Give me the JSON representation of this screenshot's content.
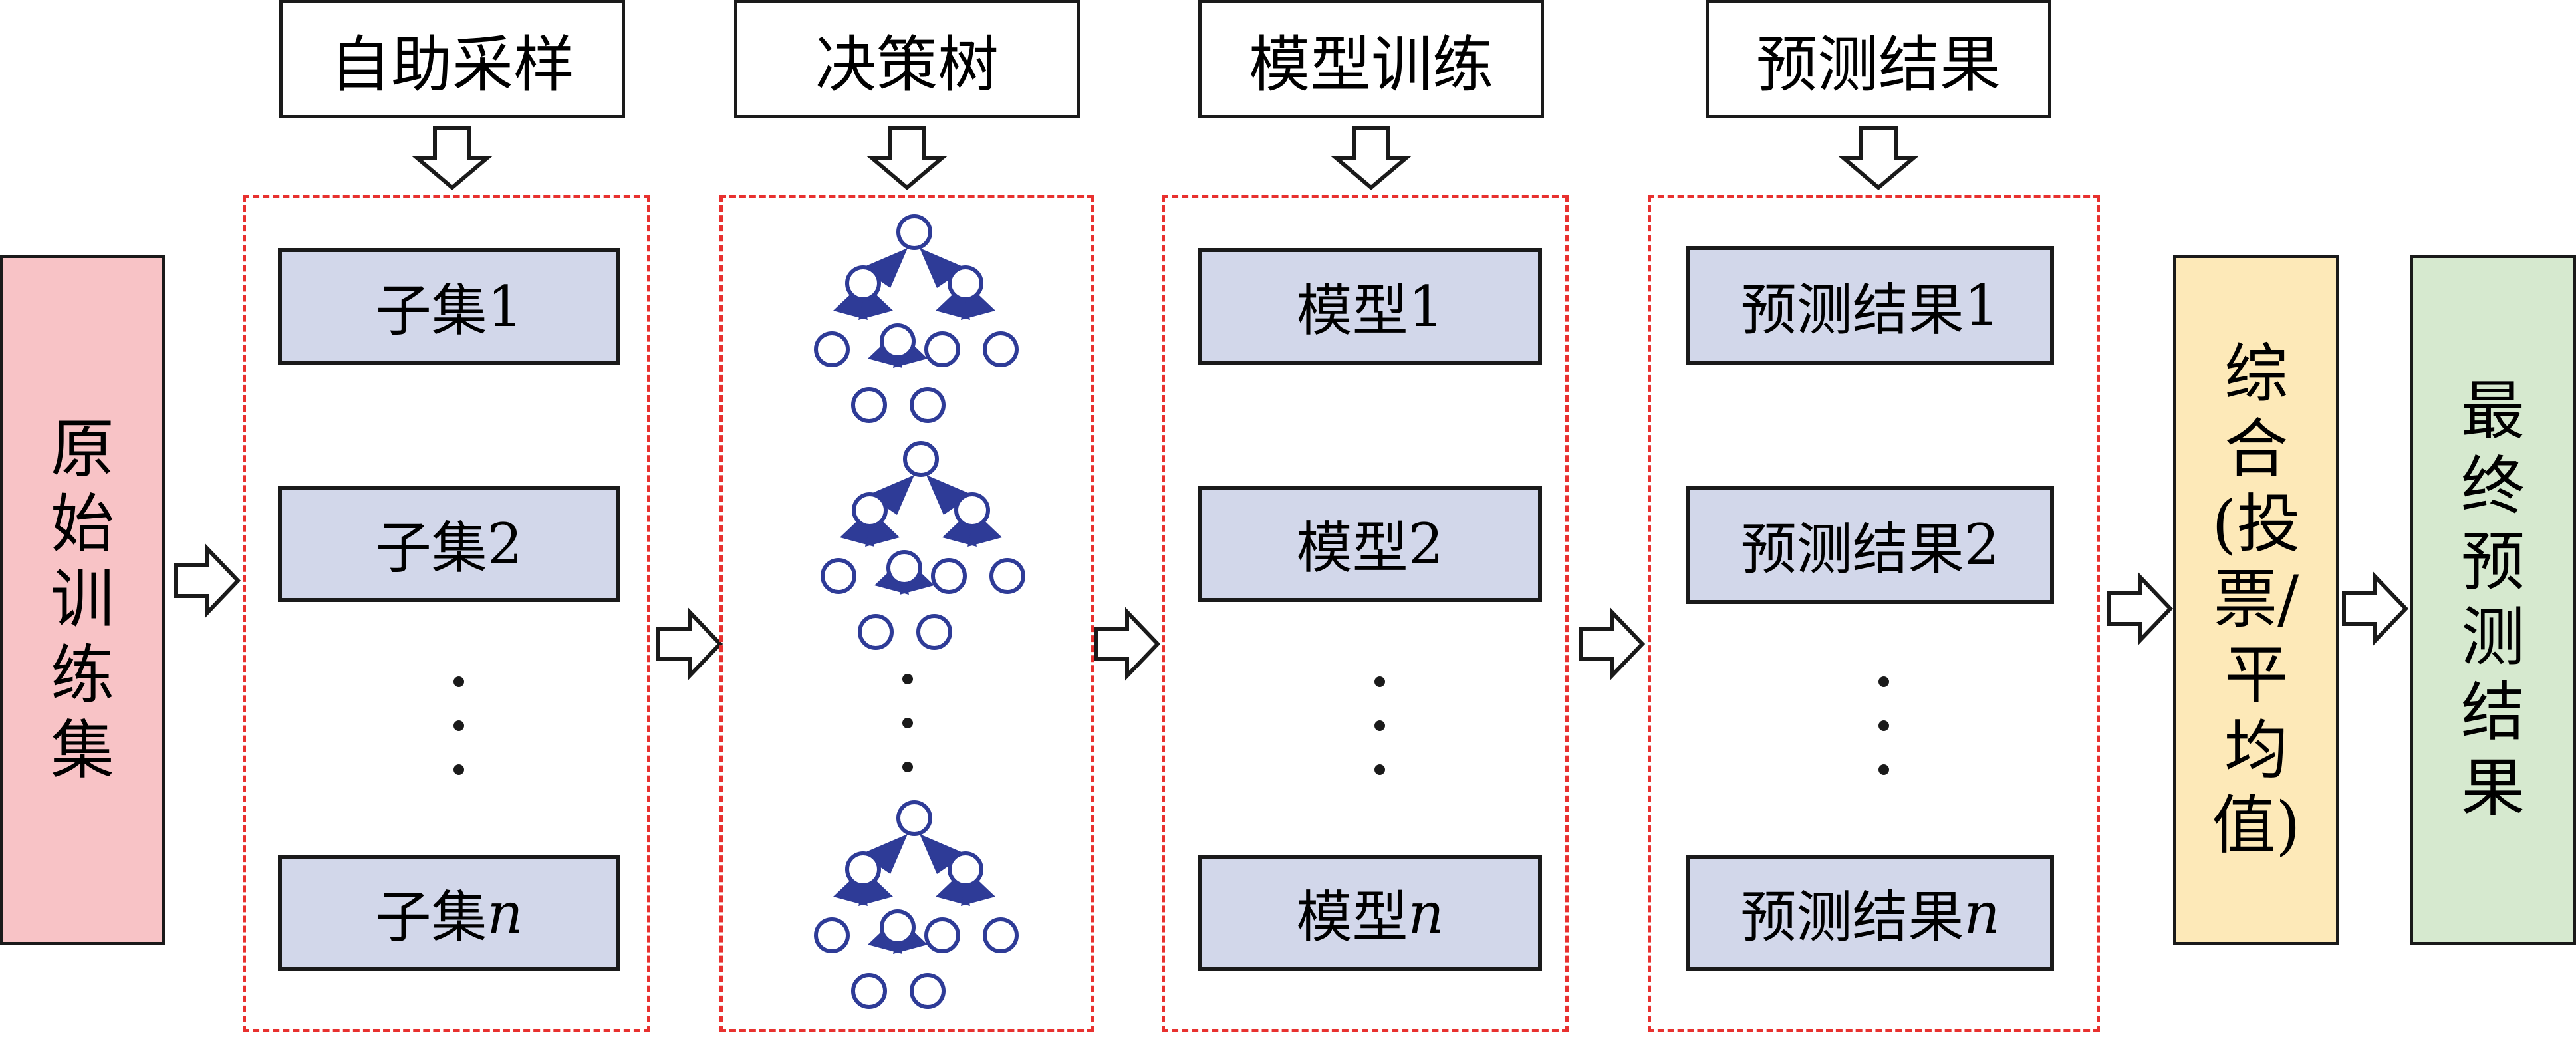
{
  "headers": {
    "bootstrap": "自助采样",
    "tree": "决策树",
    "train": "模型训练",
    "predict": "预测结果"
  },
  "left_box": {
    "chars": [
      "原",
      "始",
      "训",
      "练",
      "集"
    ],
    "color": "#f8c3c6"
  },
  "subsets": [
    {
      "text": "子集",
      "suffix": "1",
      "italic": false
    },
    {
      "text": "子集",
      "suffix": "2",
      "italic": false
    },
    {
      "text": "子集",
      "suffix": "n",
      "italic": true
    }
  ],
  "models": [
    {
      "text": "模型",
      "suffix": "1",
      "italic": false
    },
    {
      "text": "模型",
      "suffix": "2",
      "italic": false
    },
    {
      "text": "模型",
      "suffix": "n",
      "italic": true
    }
  ],
  "predictions": [
    {
      "text": "预测结果",
      "suffix": "1",
      "italic": false
    },
    {
      "text": "预测结果",
      "suffix": "2",
      "italic": false
    },
    {
      "text": "预测结果",
      "suffix": "n",
      "italic": true
    }
  ],
  "combine_box": {
    "chars": [
      "综",
      "合",
      "(投",
      "票/",
      "平",
      "均",
      "值)"
    ],
    "color": "#fde9b8"
  },
  "final_box": {
    "chars": [
      "最",
      "终",
      "预",
      "测",
      "结",
      "果"
    ],
    "color": "#d6e9cf"
  },
  "colors": {
    "item_fill": "#d2d7ea",
    "dashed_border": "#e8312f",
    "tree_blue": "#2e3b97"
  }
}
